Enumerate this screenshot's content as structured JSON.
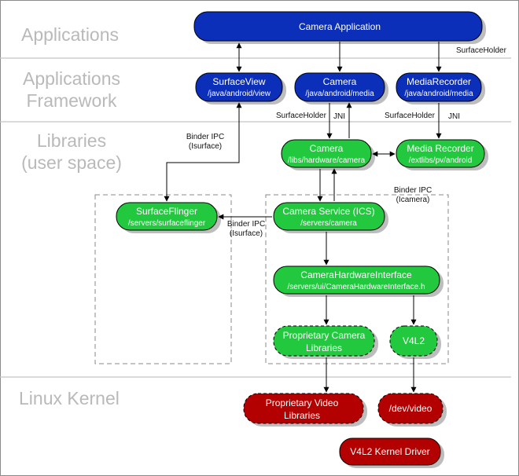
{
  "layers": {
    "applications": "Applications",
    "framework_line1": "Applications",
    "framework_line2": "Framework",
    "libraries_line1": "Libraries",
    "libraries_line2": "(user space)",
    "kernel": "Linux Kernel"
  },
  "nodes": {
    "camera_app": {
      "title": "Camera Application"
    },
    "surfaceview": {
      "title": "SurfaceView",
      "path": "/java/android/view"
    },
    "camera_java": {
      "title": "Camera",
      "path": "/java/android/media"
    },
    "mediarecorder_java": {
      "title": "MediaRecorder",
      "path": "/java/android/media"
    },
    "camera_lib": {
      "title": "Camera",
      "path": "/libs/hardware/camera"
    },
    "mediarecorder_lib": {
      "title": "Media Recorder",
      "path": "/extlibs/pv/android"
    },
    "surfaceflinger": {
      "title": "SurfaceFlinger",
      "path": "/servers/surfaceflinger"
    },
    "camera_service": {
      "title": "Camera Service (ICS)",
      "path": "/servers/camera"
    },
    "camera_hal": {
      "title": "CameraHardwareInterface",
      "path": "/servers/ui/CameraHardwareInterface.h"
    },
    "proprietary_libs": {
      "title_line1": "Proprietary Camera",
      "title_line2": "Libraries"
    },
    "v4l2": {
      "title": "V4L2"
    },
    "proprietary_video": {
      "title_line1": "Proprietary Video",
      "title_line2": "Libraries"
    },
    "dev_video": {
      "title": "/dev/video"
    },
    "v4l2_driver": {
      "title": "V4L2 Kernel Driver"
    }
  },
  "annotations": {
    "surfaceholder_top": "SurfaceHolder",
    "surfaceholder_camera": "SurfaceHolder",
    "jni_camera": "JNI",
    "surfaceholder_recorder": "SurfaceHolder",
    "jni_recorder": "JNI",
    "binder_surface_top_line1": "Binder IPC",
    "binder_surface_top_line2": "(Isurface)",
    "binder_camera_line1": "Binder IPC",
    "binder_camera_line2": "(Icamera)",
    "binder_surface_mid_line1": "Binder IPC",
    "binder_surface_mid_line2": "(Isurface)"
  },
  "colors": {
    "application_node": "#0b2fb8",
    "library_node": "#22c93f",
    "kernel_node": "#b30000",
    "layer_text": "#b9b9b9",
    "separator": "#c4c4c4"
  }
}
